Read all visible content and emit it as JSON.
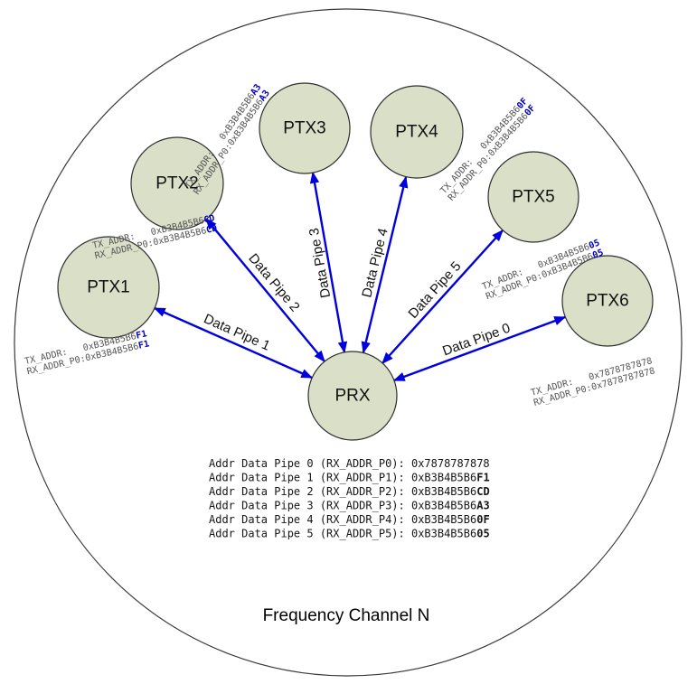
{
  "diagram": {
    "title": "Frequency Channel N",
    "prx_label": "PRX",
    "nodes": [
      {
        "label": "PTX1",
        "line1": "TX_ADDR:   0xB3B4B5B6",
        "line1_bold": "F1",
        "line2": "RX_ADDR_P0:0xB3B4B5B6",
        "line2_bold": "F1"
      },
      {
        "label": "PTX2",
        "line1": "TX_ADDR:   0xB3B4B5B6",
        "line1_bold": "CD",
        "line2": "RX_ADDR_P0:0xB3B4B5B6",
        "line2_bold": "CD"
      },
      {
        "label": "PTX3",
        "line1": "TX_ADDR:   0xB3B4B5B6",
        "line1_bold": "A3",
        "line2": "RX_ADDR_P0:0xB3B4B5B6",
        "line2_bold": "A3"
      },
      {
        "label": "PTX4",
        "line1": "TX_ADDR:   0xB3B4B5B6",
        "line1_bold": "0F",
        "line2": "RX_ADDR_P0:0xB3B4B5B6",
        "line2_bold": "0F"
      },
      {
        "label": "PTX5",
        "line1": "TX_ADDR:   0xB3B4B5B6",
        "line1_bold": "05",
        "line2": "RX_ADDR_P0:0xB3B4B5B6",
        "line2_bold": "05"
      },
      {
        "label": "PTX6",
        "line1": "TX_ADDR:   0x7878787878",
        "line1_bold": "",
        "line2": "RX_ADDR_P0:0x7878787878",
        "line2_bold": ""
      }
    ],
    "pipes": [
      {
        "label": "Data Pipe 1"
      },
      {
        "label": "Data Pipe 2"
      },
      {
        "label": "Data Pipe 3"
      },
      {
        "label": "Data Pipe 4"
      },
      {
        "label": "Data Pipe 5"
      },
      {
        "label": "Data Pipe 0"
      }
    ],
    "address_table": [
      {
        "text": "Addr Data Pipe 0 (RX_ADDR_P0): 0x7878787878",
        "bold": ""
      },
      {
        "text": "Addr Data Pipe 1 (RX_ADDR_P1): 0xB3B4B5B6",
        "bold": "F1"
      },
      {
        "text": "Addr Data Pipe 2 (RX_ADDR_P2): 0xB3B4B5B6",
        "bold": "CD"
      },
      {
        "text": "Addr Data Pipe 3 (RX_ADDR_P3): 0xB3B4B5B6",
        "bold": "A3"
      },
      {
        "text": "Addr Data Pipe 4 (RX_ADDR_P4): 0xB3B4B5B6",
        "bold": "0F"
      },
      {
        "text": "Addr Data Pipe 5 (RX_ADDR_P5): 0xB3B4B5B6",
        "bold": "05"
      }
    ]
  },
  "colors": {
    "node_fill": "#dadfc8",
    "arrow": "#0000dd",
    "highlight": "#0000cc",
    "addr_text": "#555555",
    "table_text": "#161616"
  }
}
